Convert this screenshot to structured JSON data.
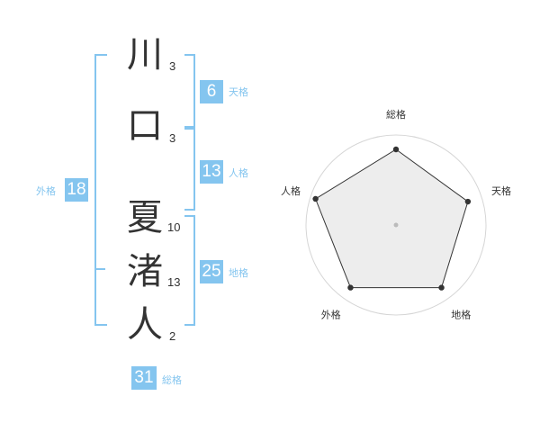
{
  "name": {
    "chars": [
      {
        "kanji": "川",
        "strokes": "3"
      },
      {
        "kanji": "口",
        "strokes": "3"
      },
      {
        "kanji": "夏",
        "strokes": "10"
      },
      {
        "kanji": "渚",
        "strokes": "13"
      },
      {
        "kanji": "人",
        "strokes": "2"
      }
    ]
  },
  "scores": {
    "tenkaku": {
      "value": "6",
      "label": "天格"
    },
    "jinkaku": {
      "value": "13",
      "label": "人格"
    },
    "chikaku": {
      "value": "25",
      "label": "地格"
    },
    "gaikaku": {
      "value": "18",
      "label": "外格"
    },
    "soukaku": {
      "value": "31",
      "label": "総格"
    }
  },
  "colors": {
    "accent": "#84c5ef",
    "text": "#333333"
  },
  "chart_data": {
    "type": "radar",
    "axes": [
      "総格",
      "天格",
      "地格",
      "外格",
      "人格"
    ],
    "values": [
      4.2,
      4.2,
      4.3,
      4.3,
      4.7
    ],
    "max": 5
  }
}
